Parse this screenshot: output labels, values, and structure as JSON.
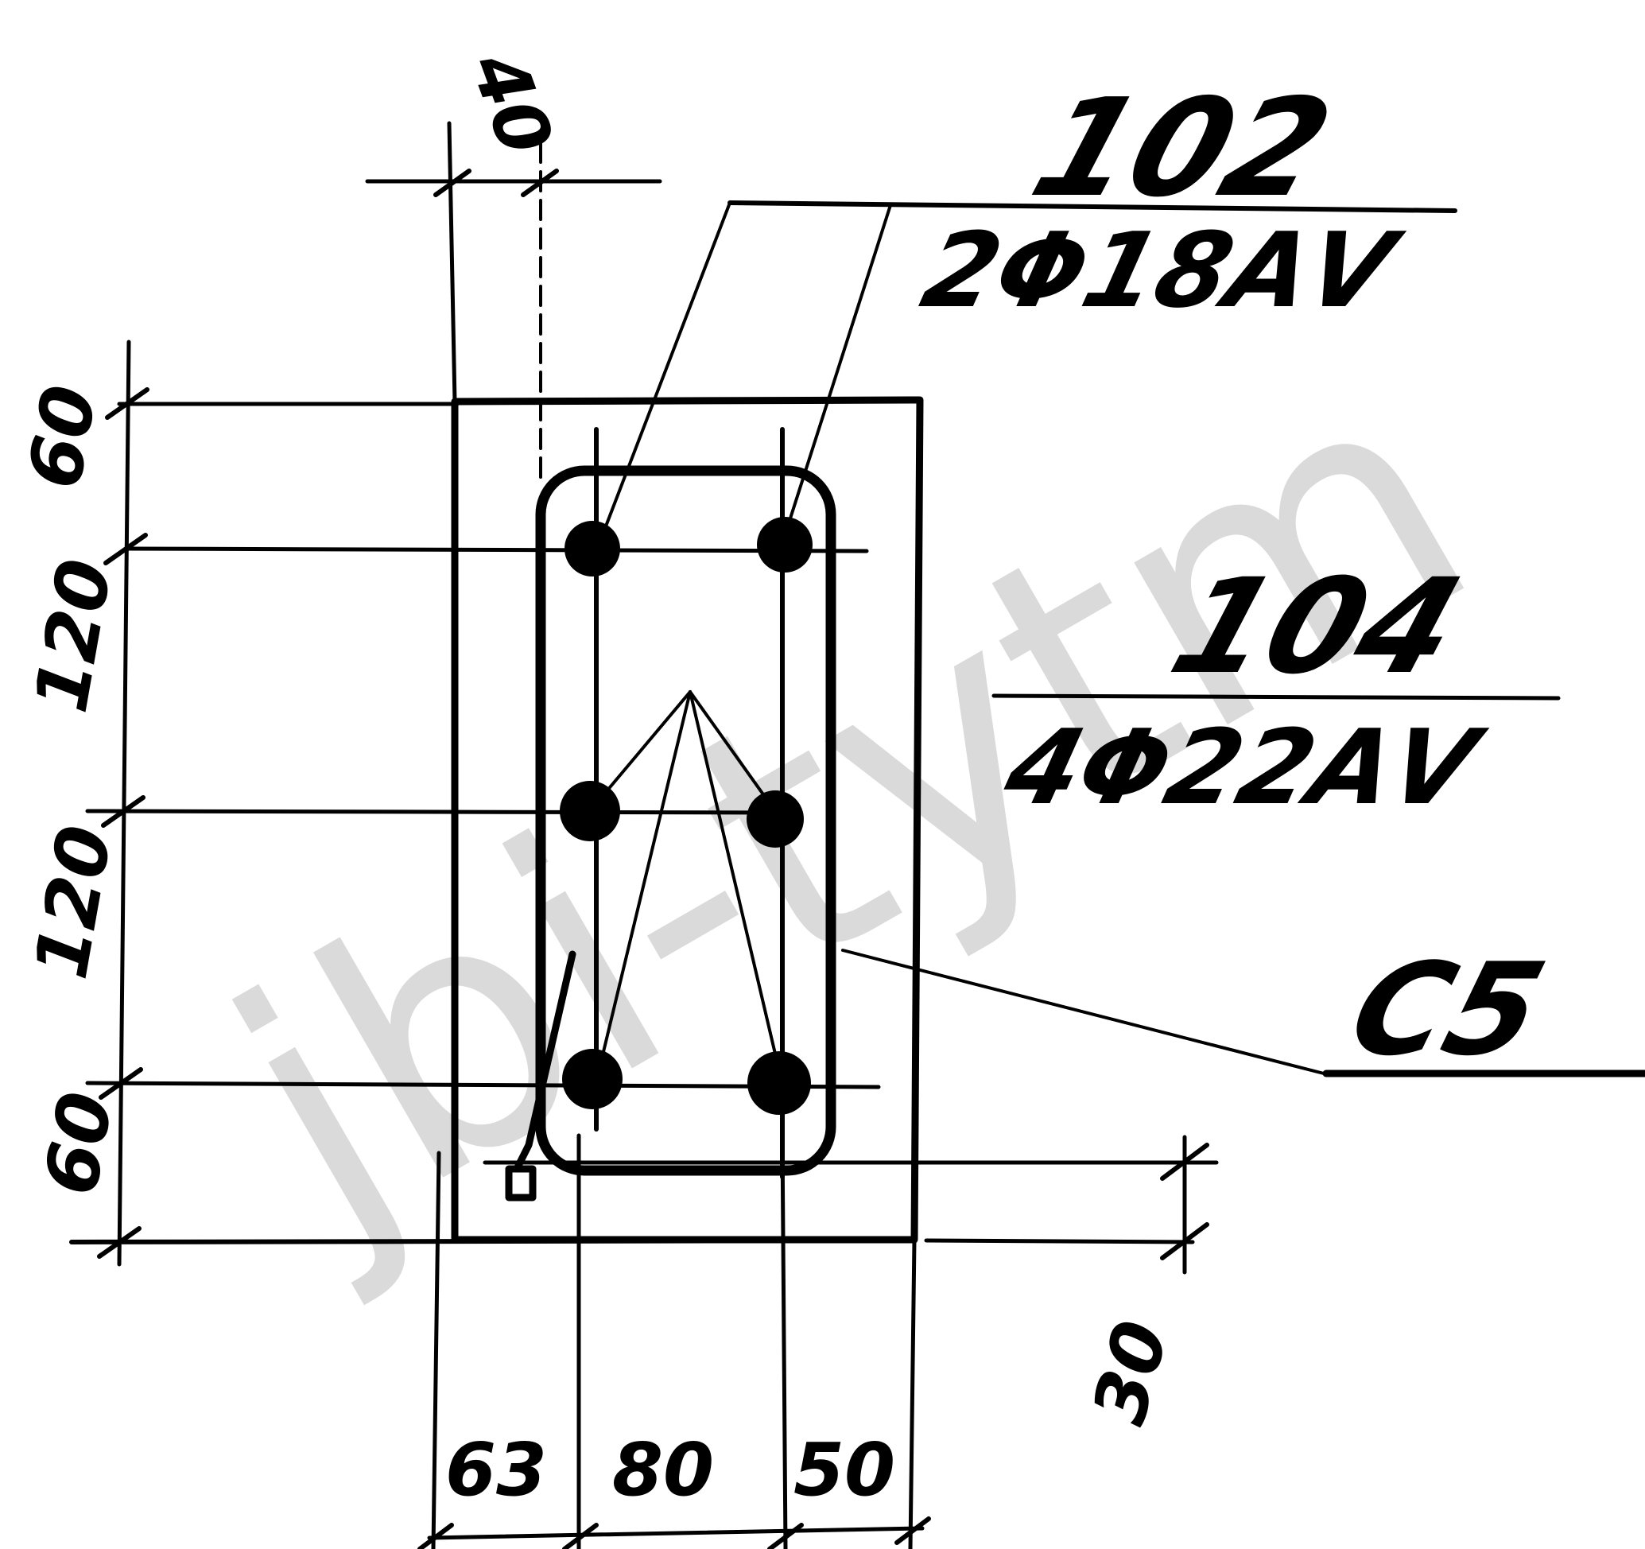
{
  "drawing": {
    "callouts": {
      "top_bars": {
        "mark": "102",
        "spec": "2Φ18AⅤ"
      },
      "side_bars": {
        "mark": "104",
        "spec": "4Φ22AⅤ"
      },
      "stirrup": {
        "mark": "С5"
      }
    },
    "dimensions": {
      "top_offset": "40",
      "left_vertical": [
        "60",
        "120",
        "120",
        "60"
      ],
      "right_offset": "30",
      "bottom_horizontal": [
        "63",
        "80",
        "50"
      ]
    },
    "watermark": "jbi-tytm"
  }
}
